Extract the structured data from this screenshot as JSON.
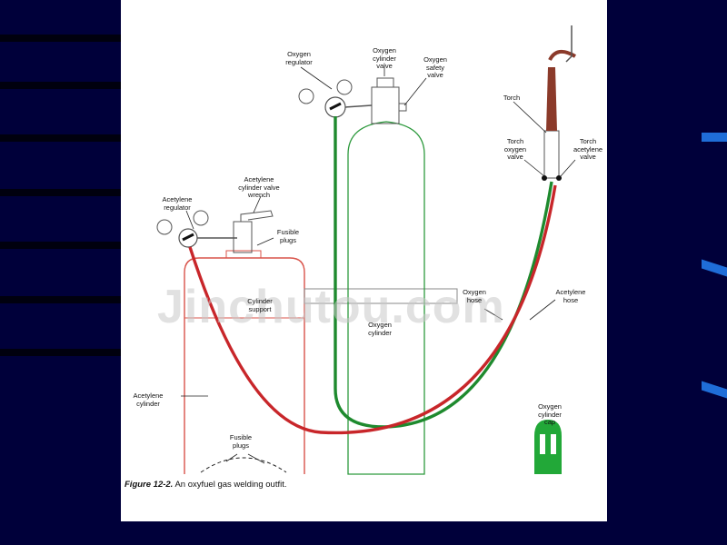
{
  "labels": {
    "oxygen_regulator": "Oxygen\nregulator",
    "oxygen_cylinder_valve": "Oxygen\ncylinder\nvalve",
    "oxygen_safety_valve": "Oxygen\nsafety\nvalve",
    "torch": "Torch",
    "torch_oxygen_valve": "Torch\noxygen\nvalve",
    "torch_acetylene_valve": "Torch\nacetylene\nvalve",
    "acetylene_cylinder_valve_wrench": "Acetylene\ncylinder valve\nwrench",
    "acetylene_regulator": "Acetylene\nregulator",
    "fusible_plugs_top": "Fusible\nplugs",
    "cylinder_support": "Cylinder\nsupport",
    "oxygen_cylinder": "Oxygen\ncylinder",
    "oxygen_hose": "Oxygen\nhose",
    "acetylene_hose": "Acetylene\nhose",
    "acetylene_cylinder": "Acetylene\ncylinder",
    "fusible_plugs_bottom": "Fusible\nplugs",
    "oxygen_cylinder_cap": "Oxygen\ncylinder\ncap"
  },
  "caption": {
    "figure": "Figure 12-2.",
    "text": "An oxyfuel gas welding outfit."
  },
  "watermark": "Jinchutou.com",
  "colors": {
    "oxygen_hose": "#1e8a2e",
    "acetylene_hose": "#c8262a",
    "acetylene_cylinder_outline": "#d9534a",
    "oxygen_cylinder_outline": "#2e9a3e",
    "torch_tip": "#8b3a2a",
    "cap": "#22a838"
  }
}
